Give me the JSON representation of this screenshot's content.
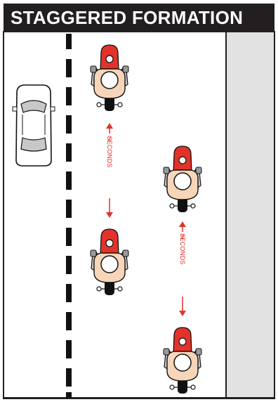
{
  "title": "STAGGERED FORMATION",
  "gaps": [
    {
      "number": "2",
      "unit": "SECONDS"
    },
    {
      "number": "2",
      "unit": "SECONDS"
    }
  ],
  "colors": {
    "header": "#231f20",
    "road": "#ffffff",
    "shoulder": "#e2e2e2",
    "accent": "#e2332a"
  },
  "icons": [
    "car-icon",
    "motorcycle-icon"
  ]
}
